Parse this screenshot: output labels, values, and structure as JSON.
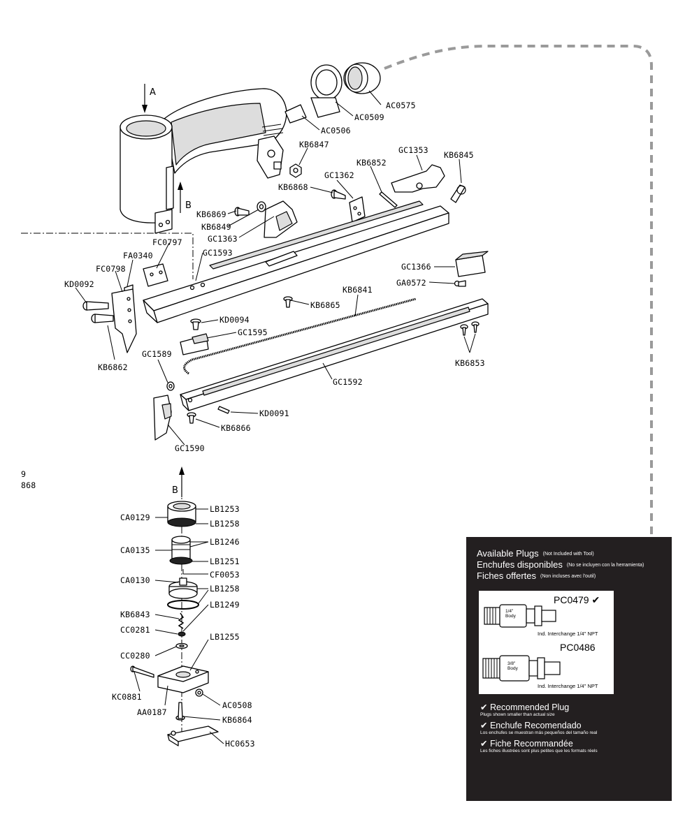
{
  "arrows": {
    "a": "A",
    "b_upper": "B",
    "b_lower": "B"
  },
  "margin_text": {
    "line1": "9",
    "line2": "868"
  },
  "labels": {
    "AC0575": "AC0575",
    "AC0509": "AC0509",
    "AC0506": "AC0506",
    "KB6847": "KB6847",
    "GC1353": "GC1353",
    "KB6845": "KB6845",
    "KB6852": "KB6852",
    "GC1362": "GC1362",
    "KB6868": "KB6868",
    "KB6869": "KB6869",
    "KB6849": "KB6849",
    "GC1363": "GC1363",
    "FC0797": "FC0797",
    "GC1593": "GC1593",
    "FA0340": "FA0340",
    "FC0798": "FC0798",
    "KD0092": "KD0092",
    "GC1366": "GC1366",
    "GA0572": "GA0572",
    "KB6841": "KB6841",
    "KB6865": "KB6865",
    "KD0094": "KD0094",
    "GC1595": "GC1595",
    "KB6862": "KB6862",
    "GC1589": "GC1589",
    "KB6853": "KB6853",
    "GC1592": "GC1592",
    "KD0091": "KD0091",
    "KB6866": "KB6866",
    "GC1590": "GC1590",
    "CA0129": "CA0129",
    "LB1253": "LB1253",
    "LB1258a": "LB1258",
    "CA0135": "CA0135",
    "LB1246": "LB1246",
    "LB1251": "LB1251",
    "CF0053": "CF0053",
    "CA0130": "CA0130",
    "LB1258b": "LB1258",
    "LB1249": "LB1249",
    "KB6843": "KB6843",
    "CC0281": "CC0281",
    "LB1255": "LB1255",
    "CC0280": "CC0280",
    "KC0881": "KC0881",
    "AC0508": "AC0508",
    "AA0187": "AA0187",
    "KB6864": "KB6864",
    "HC0653": "HC0653"
  },
  "plugs": {
    "heading_en": "Available Plugs",
    "heading_en_note": "(Not Included with Tool)",
    "heading_es": "Enchufes disponibles",
    "heading_es_note": "(No se incluyen con la herramienta)",
    "heading_fr": "Fiches offertes",
    "heading_fr_note": "(Non incluses avec l'outil)",
    "items": [
      {
        "code": "PC0479",
        "check": "✔",
        "body": "1/4\"",
        "body_word": "Body",
        "note": "Ind. Interchange 1/4\" NPT"
      },
      {
        "code": "PC0486",
        "body": "3/8\"",
        "body_word": "Body",
        "note": "Ind. Interchange 1/4\" NPT"
      }
    ],
    "recommended": [
      {
        "check": "✔",
        "title": "Recommended Plug",
        "sub": "Plugs shown smaller than actual size"
      },
      {
        "check": "✔",
        "title": "Enchufe Recomendado",
        "sub": "Los enchufes se muestran más pequeños del tamaño real"
      },
      {
        "check": "✔",
        "title": "Fiche Recommandée",
        "sub": "Les fiches illustrées sont plus petites que les formats réels"
      }
    ]
  },
  "colors": {
    "panel_bg": "#231f20",
    "air_line": "#9a9a9a",
    "ink": "#000000"
  }
}
